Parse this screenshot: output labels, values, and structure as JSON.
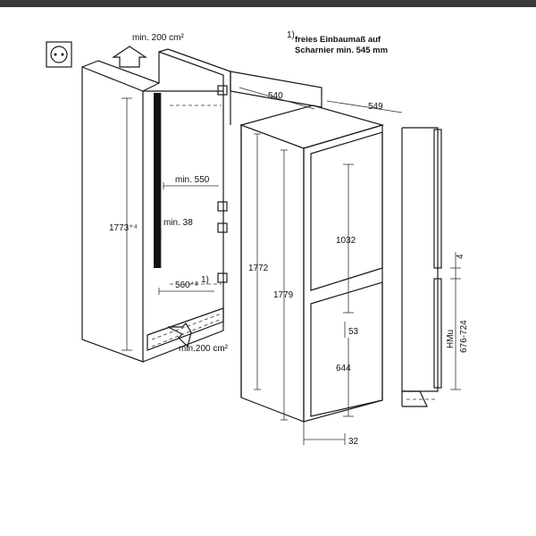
{
  "note": {
    "superscript": "1)",
    "line1": "freies Einbaumaß auf",
    "line2": "Scharnier min. 545 mm"
  },
  "labels": {
    "vent_top": "min. 200 cm²",
    "vent_bottom": "min.200 cm²",
    "height_niche": "1773⁺⁴",
    "min_550": "min. 550",
    "min_38": "min. 38",
    "width_niche": "560⁺⁸",
    "width_niche_note": "1)",
    "width_540": "540",
    "depth_549": "549",
    "height_1772": "1772",
    "height_1779": "1779",
    "door_1032": "1032",
    "gap_53": "53",
    "door_644": "644",
    "bottom_32": "32",
    "side_4": "4",
    "side_hmu": "HMu",
    "side_range": "676-724"
  },
  "icons": [
    "power-socket-icon",
    "airflow-arrow-icon"
  ]
}
